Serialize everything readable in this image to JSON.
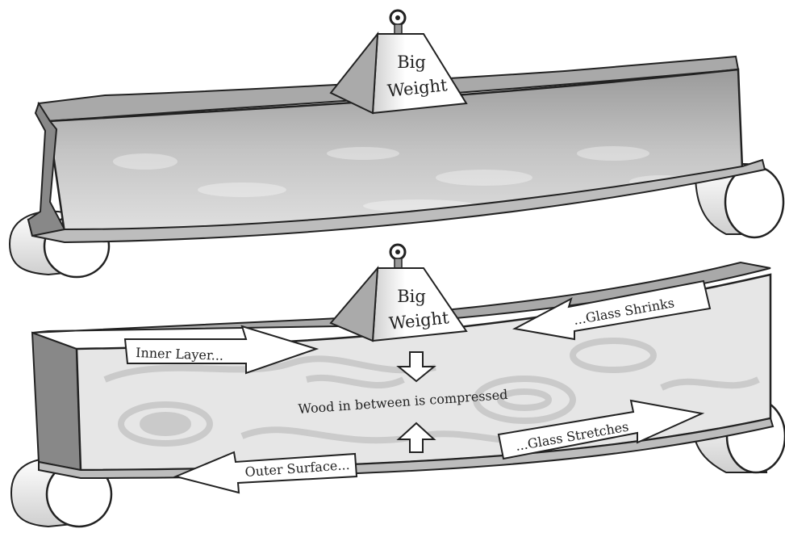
{
  "top_diagram": {
    "weight_label_line1": "Big",
    "weight_label_line2": "Weight"
  },
  "bottom_diagram": {
    "weight_label_line1": "Big",
    "weight_label_line2": "Weight",
    "arrow_inner_layer": "Inner Layer...",
    "arrow_glass_shrinks": "...Glass Shrinks",
    "arrow_outer_surface": "Outer Surface...",
    "arrow_glass_stretches": "...Glass Stretches",
    "center_text": "Wood in between is compressed"
  },
  "colors": {
    "outline": "#222222",
    "beam_face": "#bdbdbd",
    "beam_top": "#a9a9a9",
    "wood_face": "#e6e6e6",
    "wood_grain": "#c8c8c8",
    "roller": "#ffffff"
  }
}
